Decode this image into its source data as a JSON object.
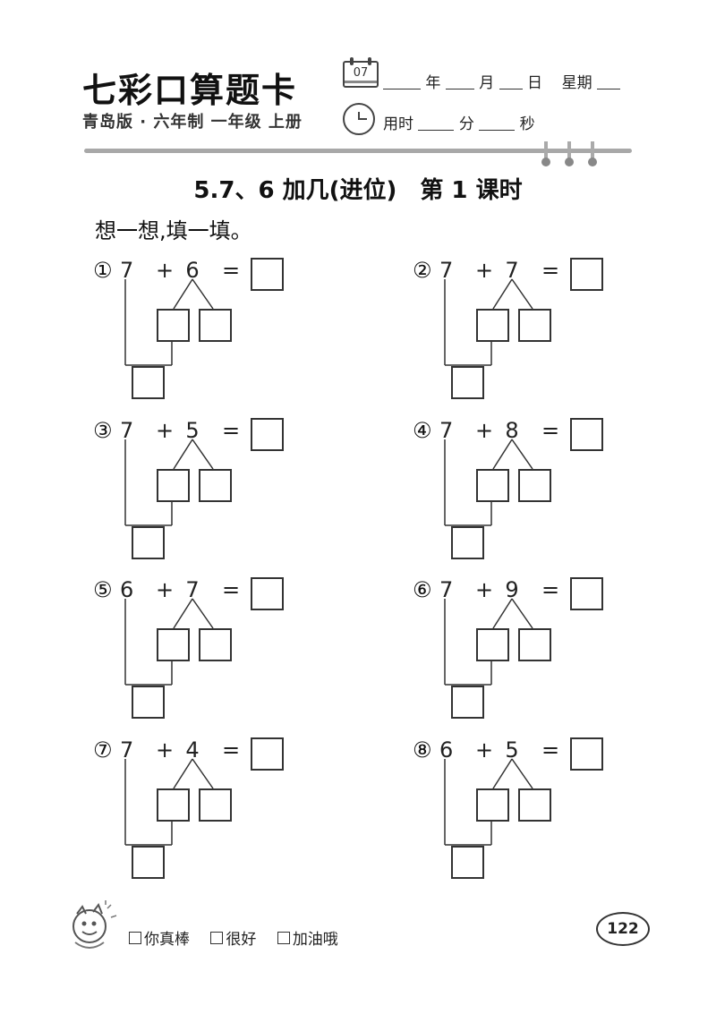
{
  "header": {
    "brand": "七彩口算题卡",
    "calendar_number": "07",
    "date_year_label": "年",
    "date_month_label": "月",
    "date_day_label": "日",
    "date_weekday_label": "星期",
    "edition": "青岛版 · 六年制 一年级 上册",
    "time_used_label": "用时",
    "minutes_label": "分",
    "seconds_label": "秒"
  },
  "lesson_title": "5.7、6 加几(进位)　第 1 课时",
  "instruction": "想一想,填一填。",
  "problems": [
    {
      "label": "①",
      "a": "7",
      "b": "6",
      "plus": "+",
      "eq": "="
    },
    {
      "label": "②",
      "a": "7",
      "b": "7",
      "plus": "+",
      "eq": "="
    },
    {
      "label": "③",
      "a": "7",
      "b": "5",
      "plus": "+",
      "eq": "="
    },
    {
      "label": "④",
      "a": "7",
      "b": "8",
      "plus": "+",
      "eq": "="
    },
    {
      "label": "⑤",
      "a": "6",
      "b": "7",
      "plus": "+",
      "eq": "="
    },
    {
      "label": "⑥",
      "a": "7",
      "b": "9",
      "plus": "+",
      "eq": "="
    },
    {
      "label": "⑦",
      "a": "7",
      "b": "4",
      "plus": "+",
      "eq": "="
    },
    {
      "label": "⑧",
      "a": "6",
      "b": "5",
      "plus": "+",
      "eq": "="
    }
  ],
  "footer": {
    "ratings": [
      "你真棒",
      "很好",
      "加油哦"
    ],
    "page_number": "122"
  },
  "icons": {
    "calendar": "calendar-icon",
    "clock": "clock-icon",
    "mascot": "mascot-icon"
  }
}
